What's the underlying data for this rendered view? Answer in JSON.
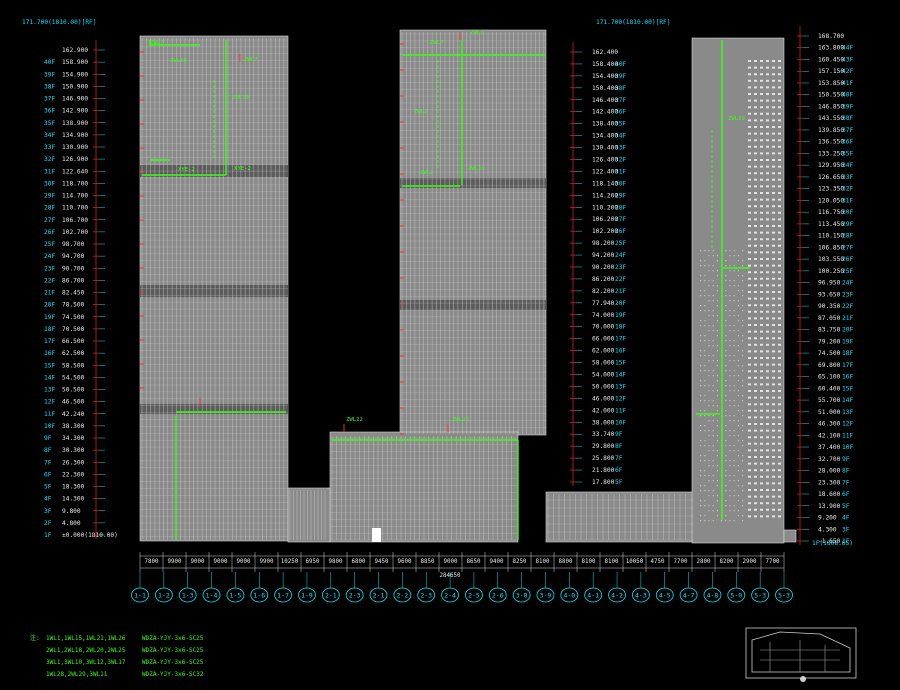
{
  "drawing": {
    "colors": {
      "background": "#000000",
      "facade": "#8a8a8a",
      "facade_dark": "#5c5c5c",
      "grid_line": "#d9d9d9",
      "level_cyan": "#00e5ff",
      "green": "#39ff14",
      "red": "#ff3030",
      "white": "#e8e8e8"
    },
    "top_notes": {
      "left": "171.700(1810.00)[RF]",
      "middle": "171.700(1810.00)[RF]"
    },
    "left_levels": [
      {
        "floor": "",
        "elev": "162.900"
      },
      {
        "floor": "40F",
        "elev": "158.900"
      },
      {
        "floor": "39F",
        "elev": "154.900"
      },
      {
        "floor": "38F",
        "elev": "150.900"
      },
      {
        "floor": "37F",
        "elev": "146.900"
      },
      {
        "floor": "36F",
        "elev": "142.900"
      },
      {
        "floor": "35F",
        "elev": "138.900"
      },
      {
        "floor": "34F",
        "elev": "134.900"
      },
      {
        "floor": "33F",
        "elev": "130.900"
      },
      {
        "floor": "32F",
        "elev": "126.900"
      },
      {
        "floor": "31F",
        "elev": "122.640"
      },
      {
        "floor": "30F",
        "elev": "118.700"
      },
      {
        "floor": "29F",
        "elev": "114.700"
      },
      {
        "floor": "28F",
        "elev": "110.700"
      },
      {
        "floor": "27F",
        "elev": "106.700"
      },
      {
        "floor": "26F",
        "elev": "102.700"
      },
      {
        "floor": "25F",
        "elev": "98.700"
      },
      {
        "floor": "24F",
        "elev": "94.700"
      },
      {
        "floor": "23F",
        "elev": "90.700"
      },
      {
        "floor": "22F",
        "elev": "86.700"
      },
      {
        "floor": "21F",
        "elev": "82.450"
      },
      {
        "floor": "20F",
        "elev": "78.500"
      },
      {
        "floor": "19F",
        "elev": "74.500"
      },
      {
        "floor": "18F",
        "elev": "70.500"
      },
      {
        "floor": "17F",
        "elev": "66.500"
      },
      {
        "floor": "16F",
        "elev": "62.500"
      },
      {
        "floor": "15F",
        "elev": "58.500"
      },
      {
        "floor": "14F",
        "elev": "54.500"
      },
      {
        "floor": "13F",
        "elev": "50.500"
      },
      {
        "floor": "12F",
        "elev": "46.500"
      },
      {
        "floor": "11F",
        "elev": "42.240"
      },
      {
        "floor": "10F",
        "elev": "38.300"
      },
      {
        "floor": "9F",
        "elev": "34.300"
      },
      {
        "floor": "8F",
        "elev": "30.300"
      },
      {
        "floor": "7F",
        "elev": "26.300"
      },
      {
        "floor": "6F",
        "elev": "22.300"
      },
      {
        "floor": "5F",
        "elev": "18.300"
      },
      {
        "floor": "4F",
        "elev": "14.300"
      },
      {
        "floor": "3F",
        "elev": "9.800"
      },
      {
        "floor": "2F",
        "elev": "4.800"
      },
      {
        "floor": "1F",
        "elev": "±0.000(1810.00)"
      }
    ],
    "middle_levels": [
      {
        "floor": "",
        "elev": "162.400"
      },
      {
        "floor": "40F",
        "elev": "158.400"
      },
      {
        "floor": "39F",
        "elev": "154.400"
      },
      {
        "floor": "38F",
        "elev": "150.400"
      },
      {
        "floor": "37F",
        "elev": "146.400"
      },
      {
        "floor": "36F",
        "elev": "142.400"
      },
      {
        "floor": "35F",
        "elev": "138.400"
      },
      {
        "floor": "34F",
        "elev": "134.400"
      },
      {
        "floor": "33F",
        "elev": "130.400"
      },
      {
        "floor": "32F",
        "elev": "126.400"
      },
      {
        "floor": "31F",
        "elev": "122.400"
      },
      {
        "floor": "30F",
        "elev": "118.140"
      },
      {
        "floor": "29F",
        "elev": "114.200"
      },
      {
        "floor": "28F",
        "elev": "110.200"
      },
      {
        "floor": "27F",
        "elev": "106.200"
      },
      {
        "floor": "26F",
        "elev": "102.200"
      },
      {
        "floor": "25F",
        "elev": "98.200"
      },
      {
        "floor": "24F",
        "elev": "94.200"
      },
      {
        "floor": "23F",
        "elev": "90.200"
      },
      {
        "floor": "22F",
        "elev": "86.200"
      },
      {
        "floor": "21F",
        "elev": "82.200"
      },
      {
        "floor": "20F",
        "elev": "77.940"
      },
      {
        "floor": "19F",
        "elev": "74.000"
      },
      {
        "floor": "18F",
        "elev": "70.000"
      },
      {
        "floor": "17F",
        "elev": "66.000"
      },
      {
        "floor": "16F",
        "elev": "62.000"
      },
      {
        "floor": "15F",
        "elev": "58.000"
      },
      {
        "floor": "14F",
        "elev": "54.000"
      },
      {
        "floor": "13F",
        "elev": "50.000"
      },
      {
        "floor": "12F",
        "elev": "46.000"
      },
      {
        "floor": "11F",
        "elev": "42.000"
      },
      {
        "floor": "10F",
        "elev": "38.000"
      },
      {
        "floor": "9F",
        "elev": "33.740"
      },
      {
        "floor": "8F",
        "elev": "29.800"
      },
      {
        "floor": "7F",
        "elev": "25.800"
      },
      {
        "floor": "6F",
        "elev": "21.800"
      },
      {
        "floor": "5F",
        "elev": "17.800"
      }
    ],
    "right_levels": [
      {
        "floor": "",
        "elev": "168.700"
      },
      {
        "floor": "44F",
        "elev": "163.800"
      },
      {
        "floor": "43F",
        "elev": "160.450"
      },
      {
        "floor": "42F",
        "elev": "157.150"
      },
      {
        "floor": "41F",
        "elev": "153.850"
      },
      {
        "floor": "40F",
        "elev": "150.550"
      },
      {
        "floor": "39F",
        "elev": "146.850"
      },
      {
        "floor": "38F",
        "elev": "143.550"
      },
      {
        "floor": "37F",
        "elev": "139.850"
      },
      {
        "floor": "36F",
        "elev": "136.550"
      },
      {
        "floor": "35F",
        "elev": "133.250"
      },
      {
        "floor": "34F",
        "elev": "129.950"
      },
      {
        "floor": "33F",
        "elev": "126.650"
      },
      {
        "floor": "32F",
        "elev": "123.350"
      },
      {
        "floor": "31F",
        "elev": "120.050"
      },
      {
        "floor": "30F",
        "elev": "116.750"
      },
      {
        "floor": "29F",
        "elev": "113.450"
      },
      {
        "floor": "28F",
        "elev": "110.150"
      },
      {
        "floor": "27F",
        "elev": "106.850"
      },
      {
        "floor": "26F",
        "elev": "103.550"
      },
      {
        "floor": "25F",
        "elev": "100.250"
      },
      {
        "floor": "24F",
        "elev": "96.950"
      },
      {
        "floor": "23F",
        "elev": "93.650"
      },
      {
        "floor": "22F",
        "elev": "90.350"
      },
      {
        "floor": "21F",
        "elev": "87.050"
      },
      {
        "floor": "20F",
        "elev": "83.750"
      },
      {
        "floor": "19F",
        "elev": "79.200"
      },
      {
        "floor": "18F",
        "elev": "74.500"
      },
      {
        "floor": "17F",
        "elev": "69.800"
      },
      {
        "floor": "16F",
        "elev": "65.100"
      },
      {
        "floor": "15F",
        "elev": "60.400"
      },
      {
        "floor": "14F",
        "elev": "55.700"
      },
      {
        "floor": "13F",
        "elev": "51.000"
      },
      {
        "floor": "12F",
        "elev": "46.300"
      },
      {
        "floor": "11F",
        "elev": "42.100"
      },
      {
        "floor": "10F",
        "elev": "37.400"
      },
      {
        "floor": "9F",
        "elev": "32.700"
      },
      {
        "floor": "8F",
        "elev": "28.000"
      },
      {
        "floor": "7F",
        "elev": "23.300"
      },
      {
        "floor": "6F",
        "elev": "18.600"
      },
      {
        "floor": "5F",
        "elev": "13.900"
      },
      {
        "floor": "4F",
        "elev": "9.200"
      },
      {
        "floor": "3F",
        "elev": "4.300"
      },
      {
        "floor": "1F",
        "elev": "-1.650"
      }
    ],
    "right_base_note": "1F(1808.65)",
    "green_tags": [
      {
        "id": "t1",
        "text": "ZWL7"
      },
      {
        "id": "t2",
        "text": "ZWL19"
      },
      {
        "id": "t3",
        "text": "XYE-2"
      },
      {
        "id": "t4",
        "text": "ZWL7"
      },
      {
        "id": "t5",
        "text": "ZWL19"
      },
      {
        "id": "t6",
        "text": "XYE-2"
      },
      {
        "id": "t7",
        "text": "ZWL22"
      },
      {
        "id": "t8",
        "text": "ZWL22"
      },
      {
        "id": "t9",
        "text": "ZWL2"
      },
      {
        "id": "t10",
        "text": "ZWL2"
      },
      {
        "id": "t11",
        "text": "ZWL7"
      },
      {
        "id": "t12",
        "text": "ZWL7"
      },
      {
        "id": "t13",
        "text": "ZWL19"
      },
      {
        "id": "t14",
        "text": "ZWL19"
      }
    ],
    "dimensions": [
      "7800",
      "9900",
      "9000",
      "9000",
      "9000",
      "9900",
      "10250",
      "6950",
      "9800",
      "6800",
      "9450",
      "9600",
      "8850",
      "9000",
      "8650",
      "9400",
      "8250",
      "8100",
      "8800",
      "8100",
      "8100",
      "10050",
      "4750",
      "7700",
      "2800",
      "8200",
      "2900",
      "7700"
    ],
    "total_dimension": "284650",
    "axes": [
      "1-1",
      "1-2",
      "1-3",
      "1-4",
      "1-5",
      "1-6",
      "1-7",
      "1-9",
      "2-1",
      "2-3",
      "2-1",
      "2-2",
      "2-3",
      "2-4",
      "2-5",
      "2-6",
      "3-8",
      "3-9",
      "4-0",
      "4-1",
      "4-2",
      "4-3",
      "4-5",
      "4-7",
      "4-8",
      "5-0",
      "5-3",
      "5-3"
    ],
    "legend": [
      {
        "tags": "1WL1,1WL15,1WL21,1WL26",
        "spec": "WDZA-YJY-3x6-SC25"
      },
      {
        "tags": "2WL1,2WL18,2WL20,2WL25",
        "spec": "WDZA-YJY-3x6-SC25"
      },
      {
        "tags": "3WL1,3WL10,3WL12,3WL17",
        "spec": "WDZA-YJY-3x6-SC25"
      },
      {
        "tags": "1WL28,2WL29,3WL11",
        "spec": "WDZA-YJY-3x6-SC32"
      }
    ],
    "legend_prefix": "注:"
  }
}
